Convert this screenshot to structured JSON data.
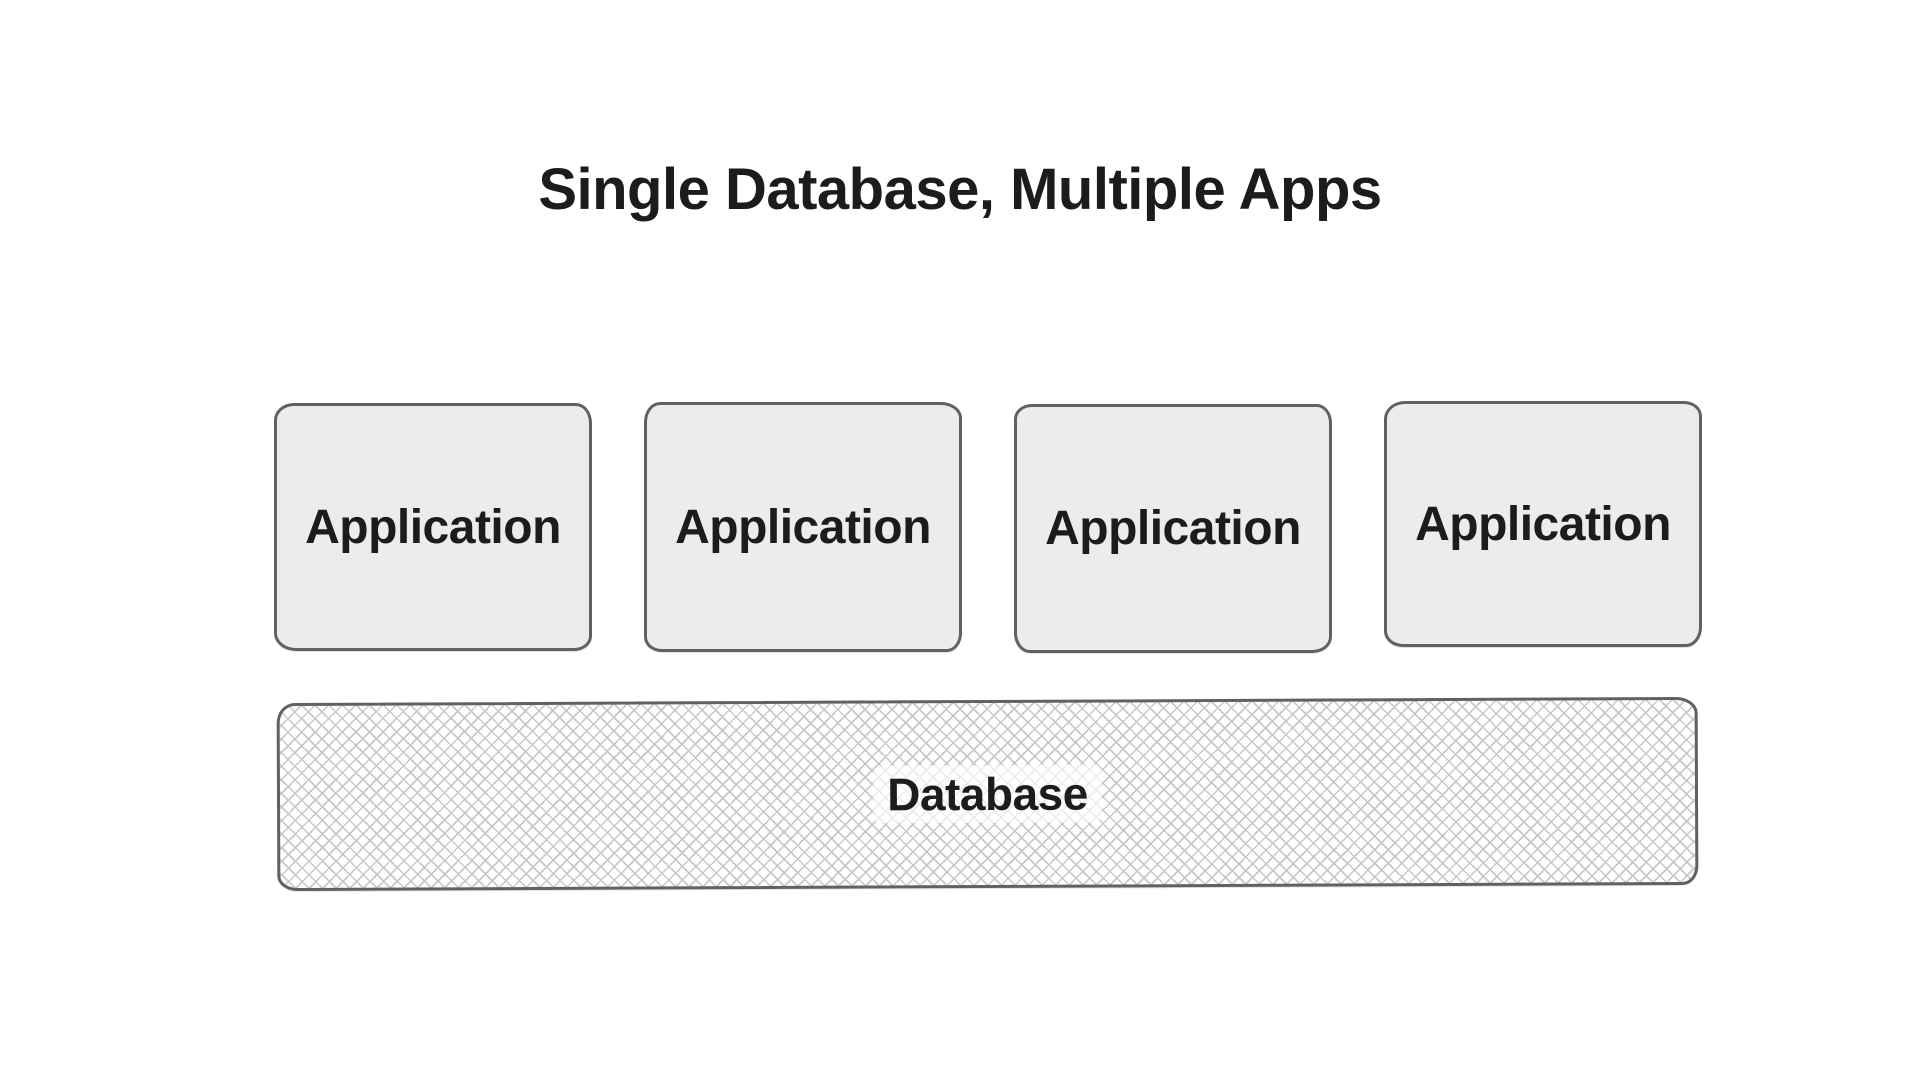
{
  "diagram": {
    "title": "Single Database, Multiple Apps",
    "app_boxes": [
      {
        "label": "Application"
      },
      {
        "label": "Application"
      },
      {
        "label": "Application"
      },
      {
        "label": "Application"
      }
    ],
    "database": {
      "label": "Database"
    },
    "colors": {
      "background": "#ffffff",
      "box_fill": "#ececec",
      "box_border": "#616161",
      "text": "#1c1c1c",
      "crosshatch": "#c8c8c8"
    }
  }
}
